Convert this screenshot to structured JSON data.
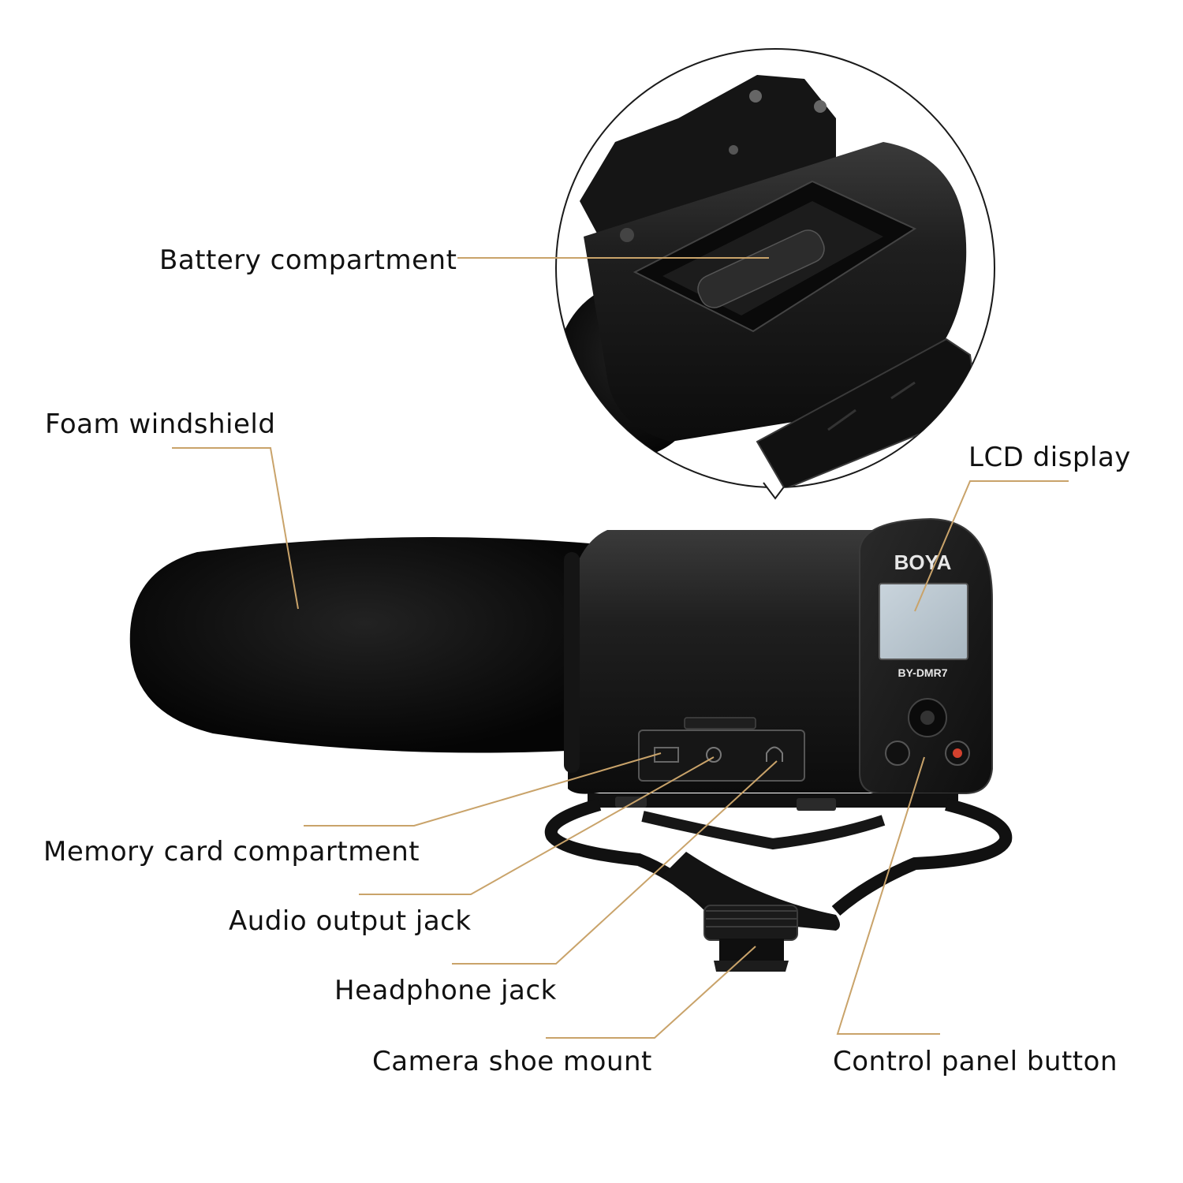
{
  "labels": {
    "battery": "Battery compartment",
    "foam": "Foam windshield",
    "lcd": "LCD display",
    "memory": "Memory card compartment",
    "audio_out": "Audio output jack",
    "headphone": "Headphone jack",
    "shoe": "Camera shoe mount",
    "control": "Control panel button"
  },
  "device": {
    "brand": "BOYA",
    "model": "BY-DMR7"
  },
  "colors": {
    "leader": "#c9a36a",
    "body": "#1b1b1b",
    "lcd": "#b9c6cf",
    "record_button": "#d3412e"
  }
}
